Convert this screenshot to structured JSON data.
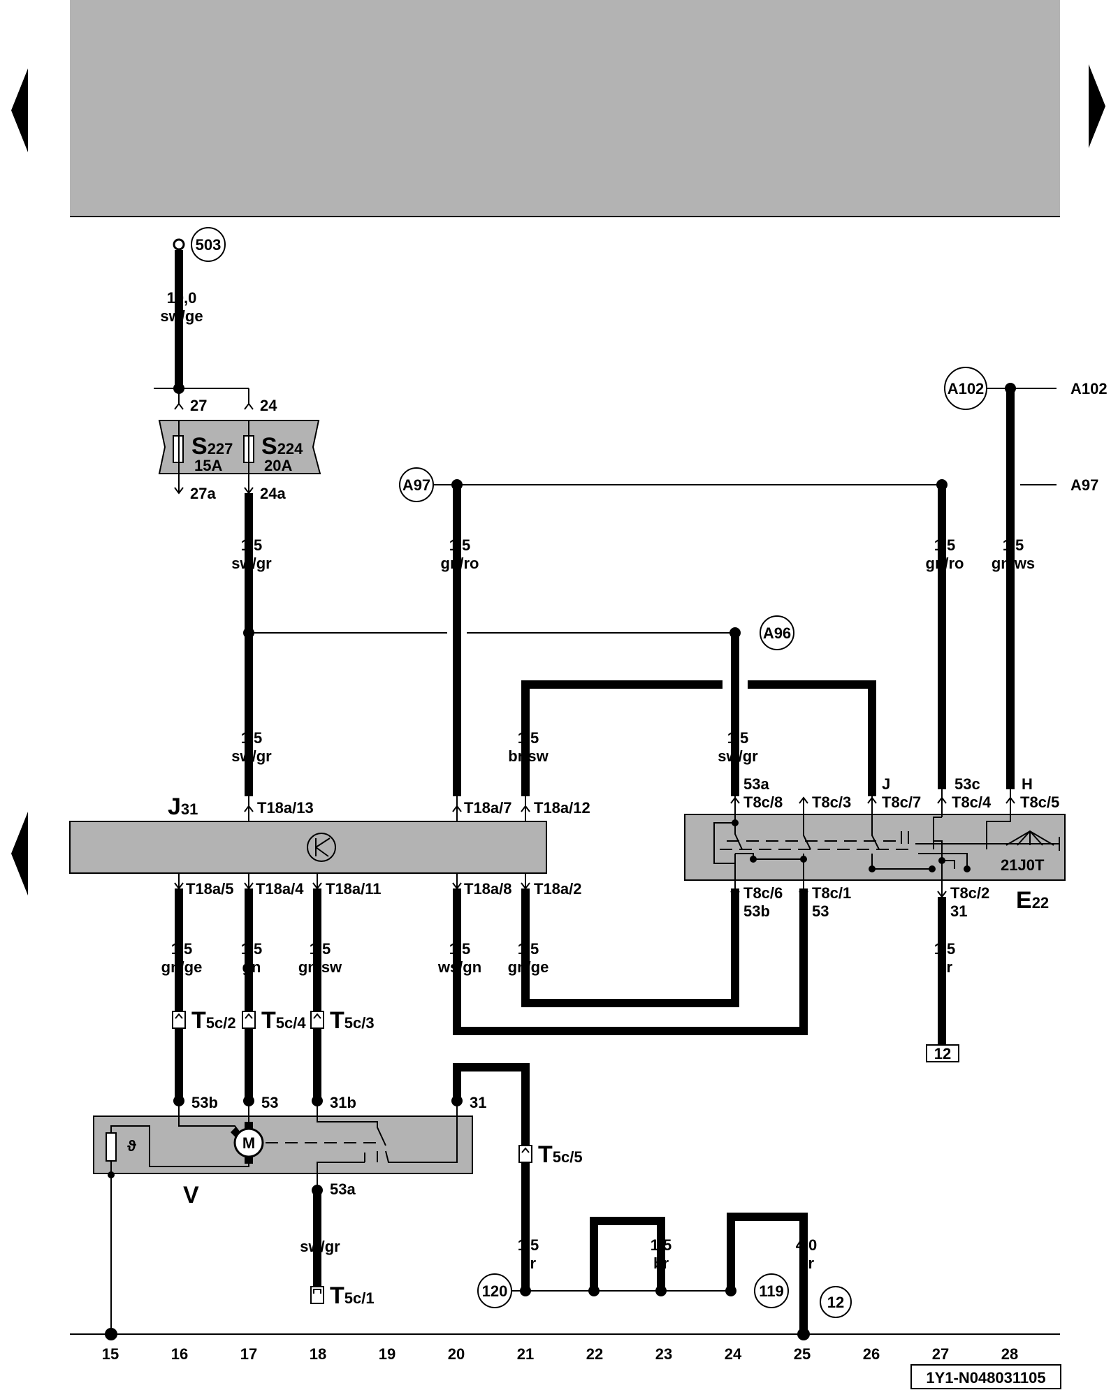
{
  "navigation": {
    "prev_top_icon": "triangle-left-icon",
    "next_top_icon": "triangle-right-icon",
    "prev_bottom_icon": "triangle-left-icon"
  },
  "colors": {
    "component_fill": "#b3b3b3",
    "header_fill": "#b3b3b3",
    "wire": "#000000"
  },
  "components": {
    "j31": {
      "name": "J",
      "sub": "31"
    },
    "e22": {
      "name": "E",
      "sub": "22",
      "code": "21J0T"
    },
    "v": {
      "name": "V"
    },
    "s227": {
      "name": "S",
      "sub": "227",
      "rating": "15A"
    },
    "s224": {
      "name": "S",
      "sub": "224",
      "rating": "20A"
    },
    "motor_symbol": "M",
    "thermal_symbol": "ϑ"
  },
  "references": {
    "r503": "503",
    "a102_circle": "A102",
    "a102_line": "A102",
    "a97_circle": "A97",
    "a97_line": "A97",
    "a96": "A96",
    "r120": "120",
    "r119": "119",
    "r12_circle": "12",
    "r12_box": "12"
  },
  "fuse_pins": {
    "p27": "27",
    "p24": "24",
    "p27a": "27a",
    "p24a": "24a"
  },
  "wire_labels": {
    "w_top_size": "10,0",
    "w_top_color": "sw/ge",
    "w1_size": "1,5",
    "w1_color": "sw/gr",
    "w2_size": "1,5",
    "w2_color": "sw/gr",
    "w3_size": "1,5",
    "w3_color": "gn/ro",
    "w4_size": "1,5",
    "w4_color": "br/sw",
    "w5_size": "1,5",
    "w5_color": "sw/gr",
    "w6_size": "1,5",
    "w6_color": "gn/ro",
    "w7_size": "1,5",
    "w7_color": "gn/ws",
    "w8_size": "1,5",
    "w8_color": "gn/ge",
    "w9_size": "1,5",
    "w9_color": "gn",
    "w10_size": "1,5",
    "w10_color": "gn/sw",
    "w11_size": "1,5",
    "w11_color": "ws/gn",
    "w12_size": "1,5",
    "w12_color": "gn/ge",
    "w13_size": "1,5",
    "w13_color": "br",
    "w14_color": "sw/gr",
    "w15_size": "1,5",
    "w15_color": "br",
    "w16_size": "1,5",
    "w16_color": "br",
    "w17_size": "4,0",
    "w17_color": "br"
  },
  "pins": {
    "j31_13": "T18a/13",
    "j31_7": "T18a/7",
    "j31_12": "T18a/12",
    "j31_5": "T18a/5",
    "j31_4": "T18a/4",
    "j31_11": "T18a/11",
    "j31_8": "T18a/8",
    "j31_2": "T18a/2",
    "e22_8": "T8c/8",
    "e22_3": "T8c/3",
    "e22_7": "T8c/7",
    "e22_4": "T8c/4",
    "e22_5": "T8c/5",
    "e22_6": "T8c/6",
    "e22_1": "T8c/1",
    "e22_2": "T8c/2",
    "e22_53a": "53a",
    "e22_j": "J",
    "e22_53c": "53c",
    "e22_h": "H",
    "e22_53b": "53b",
    "e22_53": "53",
    "e22_31": "31",
    "v_53b": "53b",
    "v_53": "53",
    "v_31b": "31b",
    "v_31": "31",
    "v_53a": "53a"
  },
  "connectors": {
    "t5c2": {
      "name": "T",
      "sub": "5c/2"
    },
    "t5c4": {
      "name": "T",
      "sub": "5c/4"
    },
    "t5c3": {
      "name": "T",
      "sub": "5c/3"
    },
    "t5c5": {
      "name": "T",
      "sub": "5c/5"
    },
    "t5c1": {
      "name": "T",
      "sub": "5c/1"
    }
  },
  "track_numbers": [
    "15",
    "16",
    "17",
    "18",
    "19",
    "20",
    "21",
    "22",
    "23",
    "24",
    "25",
    "26",
    "27",
    "28"
  ],
  "doc_id": "1Y1-N048031105"
}
